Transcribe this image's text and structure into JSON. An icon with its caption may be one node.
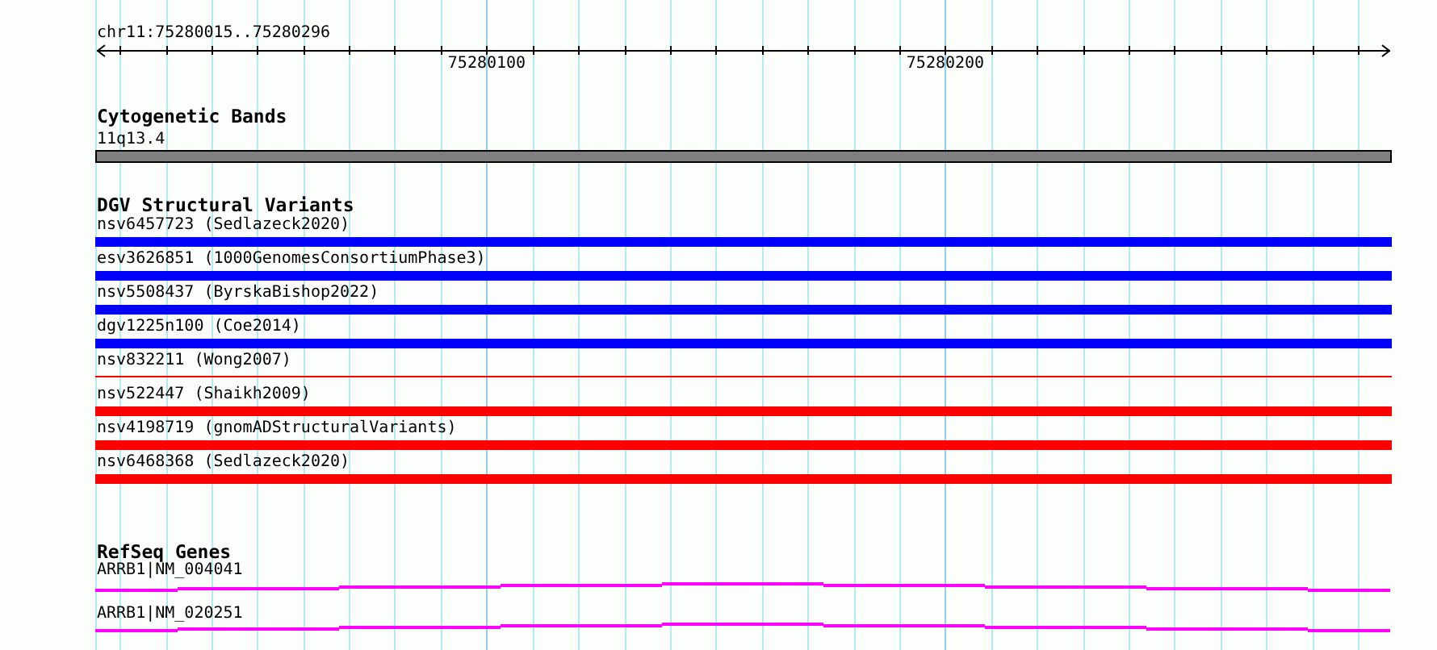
{
  "diagram": {
    "nodes": [
      {
        "text": [
          "11q13.4"
        ]
      },
      {
        "text": [
          "nsv6457723 (Sedlazeck2020)"
        ]
      },
      {
        "text": [
          "esv3626851 (1000GenomesConsortiumPhase3)"
        ]
      },
      {
        "text": [
          "nsv5508437 (ByrskaBishop2022)"
        ]
      },
      {
        "text": [
          "dgv1225n100 (Coe2014)"
        ]
      },
      {
        "text": [
          "nsv832211 (Wong2007)"
        ]
      },
      {
        "text": [
          "nsv522447 (Shaikh2009)"
        ]
      },
      {
        "text": [
          "nsv4198719 (gnomADStructuralVariants)"
        ]
      },
      {
        "text": [
          "nsv6468368 (Sedlazeck2020)"
        ]
      },
      {
        "text": [
          "ARRB1|NM_004041"
        ]
      },
      {
        "text": [
          "ARRB1|NM_020251"
        ]
      }
    ],
    "labels": [
      "chr11:75280015..75280296",
      "75280100",
      "75280200",
      "Cytogenetic Bands",
      "DGV Structural Variants",
      "RefSeq Genes"
    ]
  }
}
